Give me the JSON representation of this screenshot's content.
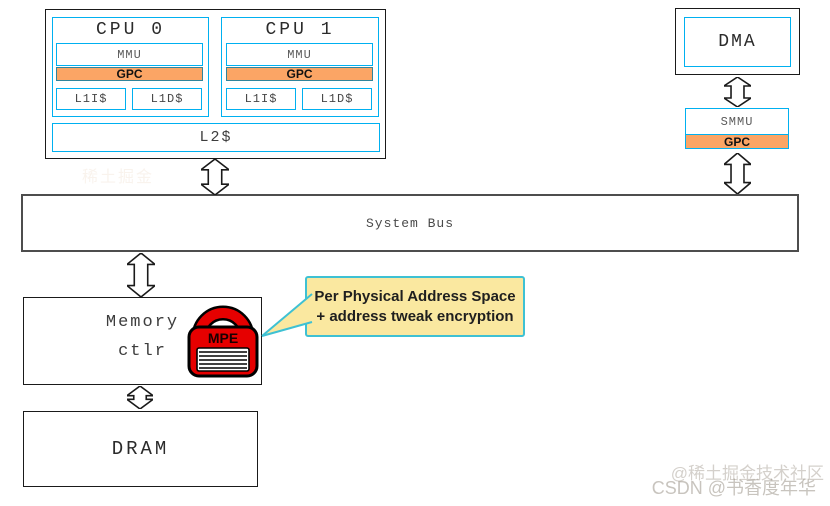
{
  "cluster": {
    "cpus": [
      {
        "title": "CPU 0",
        "mmu": "MMU",
        "gpc": "GPC",
        "l1i": "L1I$",
        "l1d": "L1D$"
      },
      {
        "title": "CPU 1",
        "mmu": "MMU",
        "gpc": "GPC",
        "l1i": "L1I$",
        "l1d": "L1D$"
      }
    ],
    "l2_label": "L2$"
  },
  "dma": {
    "title": "DMA",
    "smmu_label": "SMMU",
    "gpc_label": "GPC"
  },
  "system_bus": {
    "label": "System Bus"
  },
  "memory_ctlr": {
    "label_line1": "Memory",
    "label_line2": "ctlr",
    "lock_label": "MPE"
  },
  "dram": {
    "label": "DRAM"
  },
  "callout": {
    "line1": "Per Physical Address Space",
    "line2": "+ address tweak encryption"
  },
  "watermarks": {
    "juejin": "@稀土掘金技术社区",
    "csdn": "CSDN @书香度年华",
    "faint": "稀土掘金"
  },
  "colors": {
    "box_cyan": "#00b0f0",
    "gpc_border_teal": "#31859c",
    "gpc_orange": "#fba565",
    "lock_red": "#e60000",
    "callout_bg": "#fae8a0",
    "callout_border": "#3ec1d3"
  }
}
